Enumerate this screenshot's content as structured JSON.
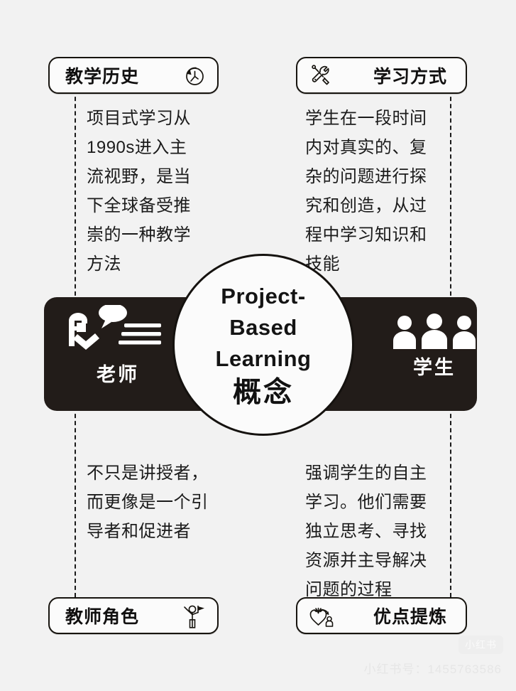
{
  "meta": {
    "background_color": "#f2f2f2",
    "ink_color": "#17140f",
    "bar_color": "#221c19"
  },
  "center": {
    "title_line1": "Project-",
    "title_line2": "Based",
    "title_line3": "Learning",
    "subtitle": "概念"
  },
  "bar": {
    "left": {
      "icon": "teacher-speaking-icon",
      "label": "老师"
    },
    "right": {
      "icon": "three-students-icon",
      "label": "学生"
    }
  },
  "quadrants": {
    "top_left": {
      "pill_label": "教学历史",
      "pill_icon": "clock-history-icon",
      "body": "项目式学习从\n1990s进入主\n流视野，是当\n下全球备受推\n崇的一种教学\n方法"
    },
    "top_right": {
      "pill_label": "学习方式",
      "pill_icon": "wrench-screwdriver-icon",
      "body": "学生在一段时间\n内对真实的、复\n杂的问题进行探\n究和创造，从过\n程中学习知识和\n技能"
    },
    "bottom_left": {
      "pill_label": "教师角色",
      "pill_icon": "person-with-flag-icon",
      "body": "不只是讲授者，\n而更像是一个引\n导者和促进者"
    },
    "bottom_right": {
      "pill_label": "优点提炼",
      "pill_icon": "heart-person-icon",
      "body": "强调学生的自主\n学习。他们需要\n独立思考、寻找\n资源并主导解决\n问题的过程"
    }
  },
  "watermark": {
    "account_text": "小红书号：1455763586",
    "logo_text": "小红书"
  }
}
